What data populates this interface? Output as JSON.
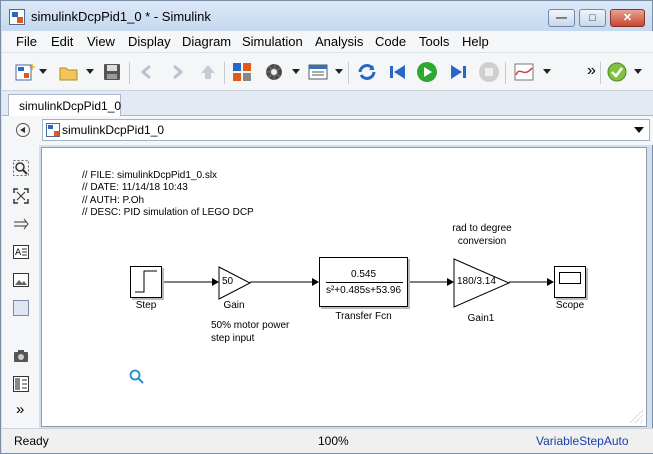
{
  "window": {
    "title": "simulinkDcpPid1_0 * - Simulink",
    "minimize_glyph": "—",
    "maximize_glyph": "□",
    "close_glyph": "✕"
  },
  "menu": {
    "items": [
      "File",
      "Edit",
      "View",
      "Display",
      "Diagram",
      "Simulation",
      "Analysis",
      "Code",
      "Tools",
      "Help"
    ]
  },
  "toolbar": {
    "overflow": "»",
    "icons": [
      "new-model-icon",
      "open-folder-icon",
      "save-icon",
      "back-arrow-icon",
      "forward-arrow-icon",
      "up-arrow-icon",
      "library-browser-icon",
      "settings-gear-icon",
      "model-explorer-icon",
      "update-diagram-icon",
      "step-back-icon",
      "run-icon",
      "step-forward-icon",
      "stop-icon",
      "data-inspector-icon",
      "model-advisor-icon"
    ],
    "colors": {
      "run": "#2fa82f",
      "stop": "#d94a3a"
    }
  },
  "tab": {
    "label": "simulinkDcpPid1_0"
  },
  "address": {
    "path": "simulinkDcpPid1_0"
  },
  "palette": {
    "icons": [
      "zoom-icon",
      "fit-view-icon",
      "arrow-route-icon",
      "annotation-icon",
      "image-icon",
      "area-icon",
      "screenshot-icon",
      "model-browser-icon",
      "expand-icon"
    ],
    "expand_glyph": "»"
  },
  "diagram": {
    "comment_lines": [
      "// FILE: simulinkDcpPid1_0.slx",
      "// DATE: 11/14/18 10:43",
      "// AUTH: P.Oh",
      "// DESC: PID simulation of LEGO DCP"
    ],
    "step_label": "Step",
    "gain_value": "50",
    "gain_label": "Gain",
    "gain_note_line1": "50% motor power",
    "gain_note_line2": "step input",
    "tf_numerator": "0.545",
    "tf_denominator": "s²+0.485s+53.96",
    "tf_label": "Transfer Fcn",
    "gain1_note_line1": "rad to degree",
    "gain1_note_line2": "conversion",
    "gain1_value": "180/3.14",
    "gain1_label": "Gain1",
    "scope_label": "Scope",
    "cursor_icon": "magnifier-icon"
  },
  "status": {
    "ready": "Ready",
    "zoom": "100%",
    "solver": "VariableStepAuto"
  }
}
